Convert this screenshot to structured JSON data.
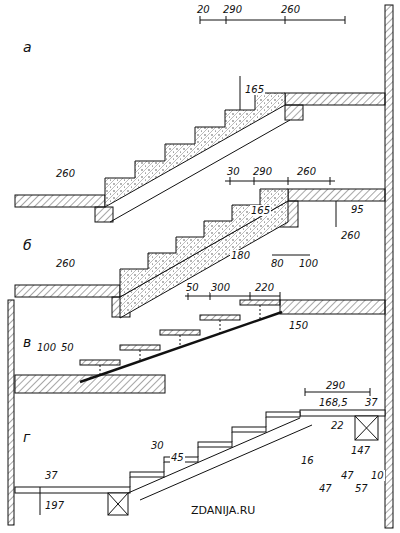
{
  "diagram": {
    "labels": [
      "а",
      "20",
      "290",
      "260",
      "165",
      "260",
      "б",
      "30",
      "290",
      "260",
      "165",
      "95",
      "260",
      "180",
      "80",
      "100",
      "260",
      "в",
      "50",
      "300",
      "220",
      "150",
      "100",
      "50",
      "г",
      "290",
      "168,5",
      "37",
      "147",
      "22",
      "47",
      "10",
      "16",
      "47",
      "57",
      "30",
      "45",
      "37",
      "197",
      "ZDANIJA.RU"
    ]
  }
}
